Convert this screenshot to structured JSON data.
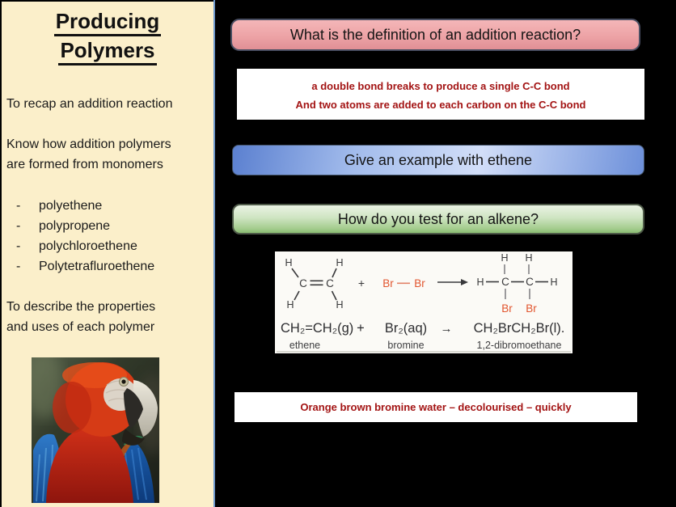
{
  "slide_title": {
    "line1": "Producing",
    "line2": "Polymers"
  },
  "left_panel": {
    "objective1": "To recap an addition reaction",
    "objective2_line1": "Know how addition polymers",
    "objective2_line2": "are formed from monomers",
    "bullet_char": "-",
    "bullets": [
      "polyethene",
      "polypropene",
      "polychloroethene",
      "Polytetrafluroethene"
    ],
    "objective3_line1": "To describe the properties",
    "objective3_line2": "and uses of each polymer"
  },
  "questions": {
    "definition": "What is the definition of an addition reaction?",
    "example": "Give an example with ethene",
    "test": "How do you test for an alkene?"
  },
  "answers": {
    "definition_line1": "a double bond breaks to produce a single C-C bond",
    "definition_line2": "And two atoms are added to each carbon on the C-C bond",
    "test": "Orange brown bromine water – decolourised – quickly"
  },
  "reaction_figure": {
    "atom_h": "H",
    "atom_c": "C",
    "atom_br": "Br",
    "plus": "+",
    "arrow": "→",
    "equation": {
      "reactant1": "CH₂=CH₂(g)",
      "reactant2": "Br₂(aq)",
      "product": "CH₂BrCH₂Br(l)."
    },
    "labels": {
      "reactant1": "ethene",
      "reactant2": "bromine",
      "product": "1,2-dibromoethane"
    }
  },
  "colors": {
    "panel_cream": "#FBEFCA",
    "canvas_black": "#000000",
    "question_red": "#EDA3A6",
    "question_blue": "#5B80D0",
    "question_green": "#9CC785",
    "answer_text_red": "#A31414",
    "bromine_orange": "#E2552E",
    "divider_blue": "#6C96C9"
  }
}
